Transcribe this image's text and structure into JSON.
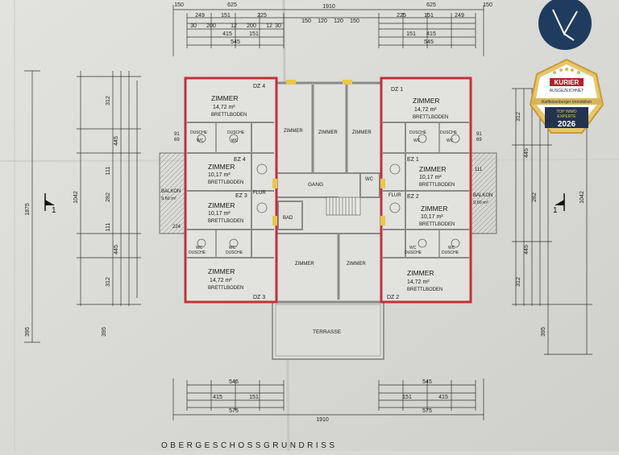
{
  "plan": {
    "title": "OBERGESCHOSSGRUNDRISS",
    "section_marker": "1",
    "rooms": {
      "dz4": {
        "code": "DZ 4",
        "name": "ZIMMER",
        "area": "14,72 m²",
        "floor": "BRETTLBODEN"
      },
      "dz1": {
        "code": "DZ 1",
        "name": "ZIMMER",
        "area": "14,72 m²",
        "floor": "BRETTLBODEN"
      },
      "dz3": {
        "code": "DZ 3",
        "name": "ZIMMER",
        "area": "14,72 m²",
        "floor": "BRETTLBODEN"
      },
      "dz2": {
        "code": "DZ 2",
        "name": "ZIMMER",
        "area": "14,72 m²",
        "floor": "BRETTLBODEN"
      },
      "ez4": {
        "code": "EZ 4",
        "name": "ZIMMER",
        "area": "10,17 m²",
        "floor": "BRETTLBODEN"
      },
      "ez3": {
        "code": "EZ 3",
        "name": "ZIMMER",
        "area": "10,17 m²",
        "floor": "BRETTLBODEN"
      },
      "ez1": {
        "code": "EZ 1",
        "name": "ZIMMER",
        "area": "10,17 m²",
        "floor": "BRETTLBODEN"
      },
      "ez2": {
        "code": "EZ 2",
        "name": "ZIMMER",
        "area": "10,17 m²",
        "floor": "BRETTLBODEN"
      },
      "top_rooms": [
        "ZIMMER",
        "ZIMMER",
        "ZIMMER"
      ],
      "bottom_rooms": [
        "ZIMMER",
        "ZIMMER"
      ],
      "gang": "GANG",
      "flur_left": "FLUR",
      "flur_right": "FLUR",
      "bad": "BAD",
      "wc_center": "WC",
      "terrasse": "TERRASSE",
      "balkon_left": "BALKON",
      "balkon_right": "BALKON",
      "balkon_left_area": "9,60 m²",
      "balkon_right_area": "9,60 m²",
      "dusche": "DUSCHE",
      "wc": "WC"
    },
    "dimensions": {
      "top_total": "1910",
      "top_left_half": "625",
      "top_right_half": "625",
      "top_left_end": "150",
      "top_right_end": "150",
      "top_row3": [
        "249",
        "151",
        "225"
      ],
      "top_row3_right": [
        "225",
        "151",
        "249"
      ],
      "top_row2": [
        "30",
        "200",
        "12",
        "200",
        "12",
        "30"
      ],
      "top_row2_mid": [
        "150",
        "120",
        "120",
        "150"
      ],
      "top_row1": [
        "415",
        "151",
        "545"
      ],
      "bottom_total": "1910",
      "bottom_halves": [
        "575",
        "575"
      ],
      "bottom_row1": [
        "545",
        "545"
      ],
      "bottom_row2": [
        "415",
        "151",
        "151",
        "415"
      ],
      "left_outer": [
        "1875",
        "395"
      ],
      "left_inner": [
        "312",
        "445",
        "111",
        "282",
        "111",
        "445",
        "312"
      ],
      "right_outer": [
        "1042",
        "395"
      ],
      "right_inner": [
        "312",
        "445",
        "282",
        "445",
        "312"
      ],
      "small_marks": [
        "91",
        "69",
        "224",
        "111"
      ]
    }
  },
  "badge_kurier": {
    "brand": "KURIER",
    "line1": "AUSGEZEICHNET",
    "company": "Raiffeisenberger Immobilien",
    "line2": "TOP IMMO",
    "line3": "EXPERTE",
    "year": "2026"
  },
  "colors": {
    "paper": "#dcdcd8",
    "wall_red": "#c0323a",
    "wall_gray": "#8a8a88",
    "logo_blue": "#1f3c5e",
    "badge_gold": "#d9b45a",
    "badge_red": "#b3212c",
    "badge_navy": "#22334d"
  }
}
